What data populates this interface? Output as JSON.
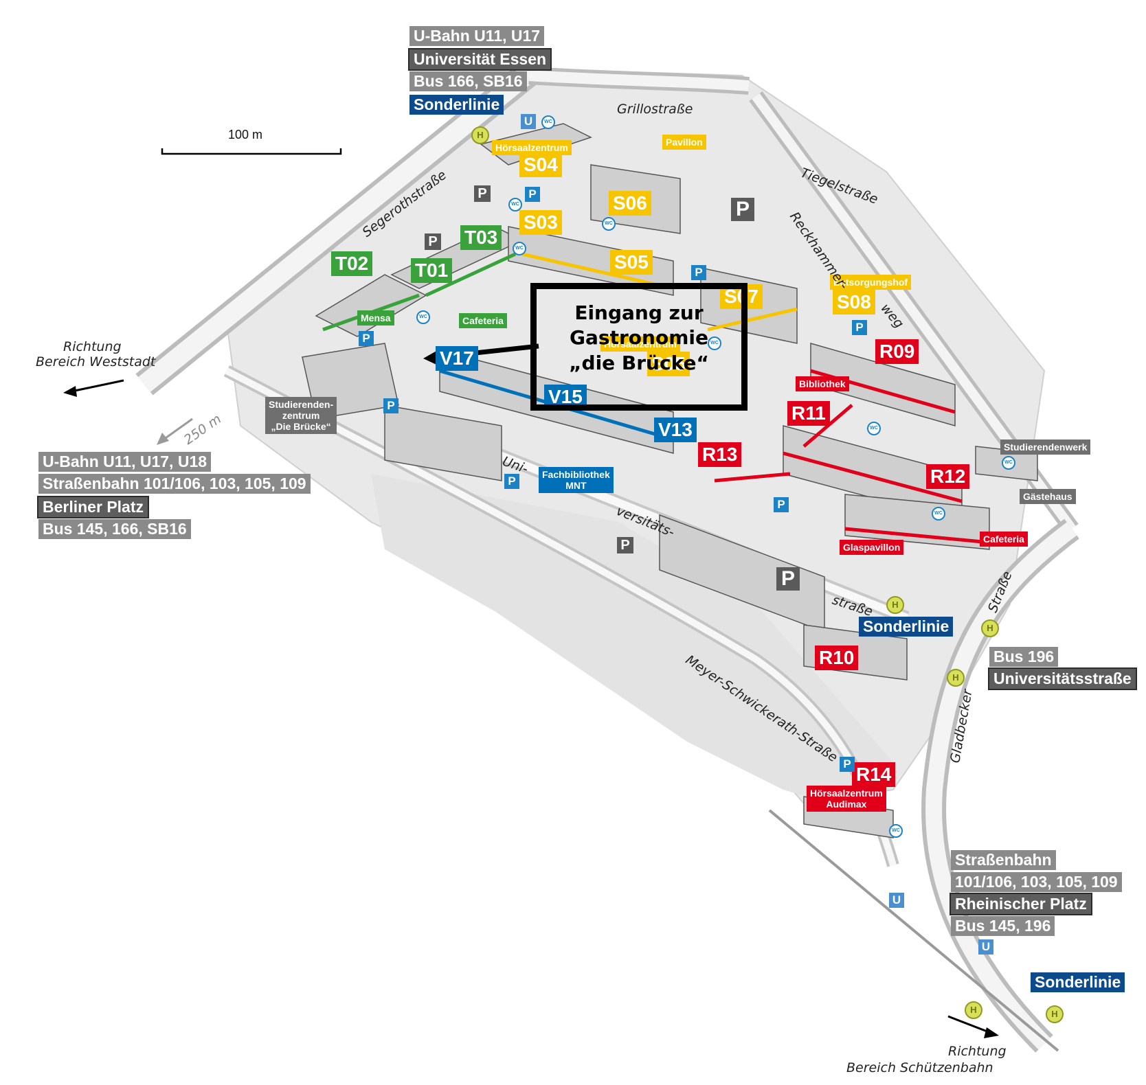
{
  "transit_labels": [
    {
      "id": "nw1",
      "text": "U-Bahn U11, U17",
      "style": "grey"
    },
    {
      "id": "nw2",
      "text": "Universität Essen",
      "style": "dark"
    },
    {
      "id": "nw3",
      "text": "Bus 166, SB16",
      "style": "grey"
    },
    {
      "id": "nw4",
      "text": "Sonderlinie",
      "style": "blue"
    },
    {
      "id": "w1",
      "text": "U-Bahn U11, U17, U18",
      "style": "grey"
    },
    {
      "id": "w2",
      "text": "Straßenbahn 101/106, 103, 105, 109",
      "style": "grey"
    },
    {
      "id": "w3",
      "text": "Berliner Platz",
      "style": "dark"
    },
    {
      "id": "w4",
      "text": "Bus 145, 166, SB16",
      "style": "grey"
    },
    {
      "id": "mid1",
      "text": "Sonderlinie",
      "style": "blue"
    },
    {
      "id": "e1",
      "text": "Bus 196",
      "style": "grey"
    },
    {
      "id": "e2",
      "text": "Universitätsstraße",
      "style": "dark"
    },
    {
      "id": "se1",
      "text": "Straßenbahn",
      "style": "grey"
    },
    {
      "id": "se2",
      "text": "101/106, 103, 105, 109",
      "style": "grey"
    },
    {
      "id": "se3",
      "text": "Rheinischer Platz",
      "style": "dark"
    },
    {
      "id": "se4",
      "text": "Bus 145, 196",
      "style": "grey"
    },
    {
      "id": "se5",
      "text": "Sonderlinie",
      "style": "blue"
    }
  ],
  "buildings": [
    {
      "id": "S04",
      "text": "S04",
      "color": "yellow"
    },
    {
      "id": "S03",
      "text": "S03",
      "color": "yellow"
    },
    {
      "id": "S06",
      "text": "S06",
      "color": "yellow"
    },
    {
      "id": "S05",
      "text": "S05",
      "color": "yellow"
    },
    {
      "id": "S07",
      "text": "S07",
      "color": "yellow"
    },
    {
      "id": "S05b",
      "text": "S05",
      "color": "yellow"
    },
    {
      "id": "S08",
      "text": "S08",
      "color": "yellow"
    },
    {
      "id": "T01",
      "text": "T01",
      "color": "green"
    },
    {
      "id": "T02",
      "text": "T02",
      "color": "green"
    },
    {
      "id": "T03",
      "text": "T03",
      "color": "green"
    },
    {
      "id": "V17",
      "text": "V17",
      "color": "blue"
    },
    {
      "id": "V15",
      "text": "V15",
      "color": "blue"
    },
    {
      "id": "V13",
      "text": "V13",
      "color": "blue"
    },
    {
      "id": "R09",
      "text": "R09",
      "color": "red"
    },
    {
      "id": "R11",
      "text": "R11",
      "color": "red"
    },
    {
      "id": "R12",
      "text": "R12",
      "color": "red"
    },
    {
      "id": "R13",
      "text": "R13",
      "color": "red"
    },
    {
      "id": "R10",
      "text": "R10",
      "color": "red"
    },
    {
      "id": "R14",
      "text": "R14",
      "color": "red"
    }
  ],
  "facility_labels": [
    {
      "id": "hz_s04",
      "text": "Hörsaalzentrum",
      "color": "yellow"
    },
    {
      "id": "pavillon",
      "text": "Pavillon",
      "color": "yellow"
    },
    {
      "id": "entsorgung",
      "text": "Entsorgungshof",
      "color": "yellow"
    },
    {
      "id": "hz_s05",
      "text": "Hörsaalzentrum",
      "color": "yellow"
    },
    {
      "id": "mensa",
      "text": "Mensa",
      "color": "green"
    },
    {
      "id": "cafeteria_t",
      "text": "Cafeteria",
      "color": "green"
    },
    {
      "id": "fachbib",
      "text": "Fachbibliothek\nMNT",
      "color": "blue"
    },
    {
      "id": "bibliothek",
      "text": "Bibliothek",
      "color": "red"
    },
    {
      "id": "glaspavillon",
      "text": "Glaspavillon",
      "color": "red"
    },
    {
      "id": "cafeteria_r",
      "text": "Cafeteria",
      "color": "red"
    },
    {
      "id": "hz_audimax",
      "text": "Hörsaalzentrum\nAudimax",
      "color": "red"
    },
    {
      "id": "studierendenwerk",
      "text": "Studierendenwerk",
      "color": "grey"
    },
    {
      "id": "gaestehaus",
      "text": "Gästehaus",
      "color": "grey"
    },
    {
      "id": "studzentrum",
      "text": "Studierenden-\nzentrum\n„Die Brücke“",
      "color": "grey"
    }
  ],
  "streets": {
    "grillo": "Grillostraße",
    "segeroth": "Segerothstraße",
    "tiegel": "Tiegelstraße",
    "reckhammer1": "Reckhammer-",
    "reckhammer2": "weg",
    "uni1": "Uni-",
    "uni2": "versitäts-",
    "uni3": "straße",
    "meyer": "Meyer-Schwickerath-Straße",
    "gladbecker": "Gladbecker",
    "strasse": "Straße"
  },
  "directions": {
    "west_line1": "Richtung",
    "west_line2": "Bereich Weststadt",
    "south_line1": "Richtung",
    "south_line2": "Bereich Schützenbahn",
    "distance": "250 m"
  },
  "scale": {
    "label": "100 m"
  },
  "callout": {
    "text": "Eingang zur\nGastronomie\n„die Brücke“"
  },
  "icons": {
    "parking": "P",
    "ubahn": "U",
    "bus_stop": "H",
    "wc": "WC"
  },
  "colors": {
    "yellow": "#f7c400",
    "green": "#3aa23a",
    "red": "#e1001a",
    "blue": "#0071b9",
    "dark_blue": "#0d4a8c",
    "grey_label": "#8a8a8a"
  }
}
